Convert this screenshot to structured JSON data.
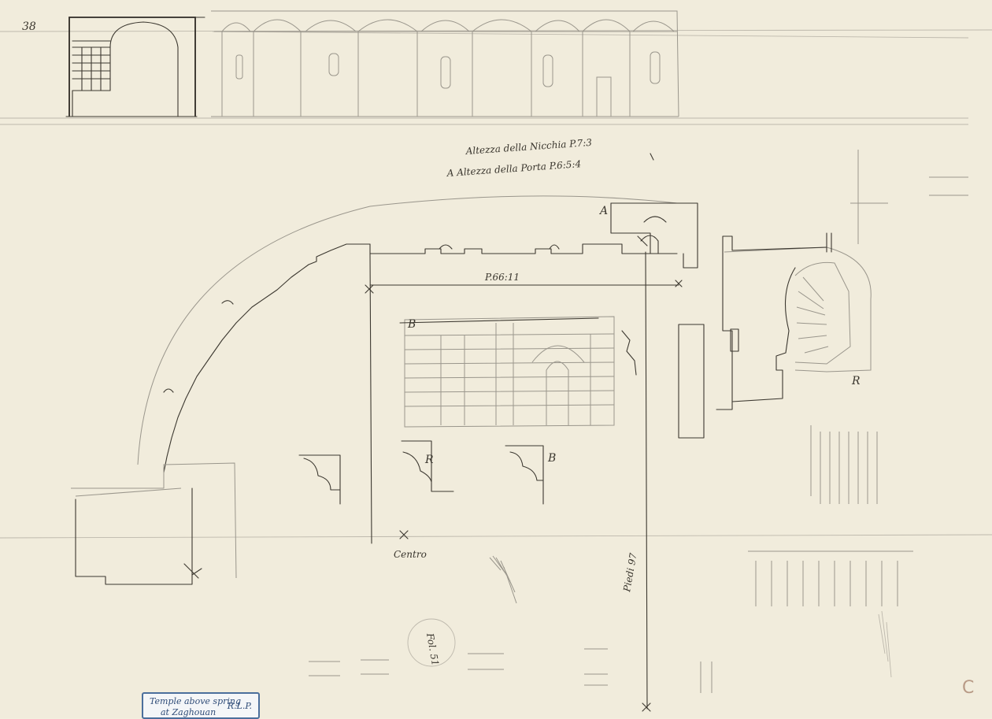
{
  "corner_ref": "38",
  "corner_mark": "C",
  "niche_height": "Altezza della Nicchia P.7:3",
  "door_height": "A Altezza della Porta P.6:5:4",
  "centre_label": "Centro",
  "measure_main": "P.66:11",
  "measure_vertical": "Piedi 97",
  "folio_stamp": "Fol. 51",
  "letters": {
    "a": "A",
    "b": "B",
    "r": "R"
  },
  "collector_label": {
    "line1": "Temple above spring",
    "line2": "at Zaghouan",
    "initials": "R.L.P."
  },
  "colors": {
    "paper": "#f1ecdc",
    "ink": "#3c3830",
    "pencil": "#9a968c",
    "label_border": "#4b6f9c",
    "corner_mark": "#b89a86"
  }
}
